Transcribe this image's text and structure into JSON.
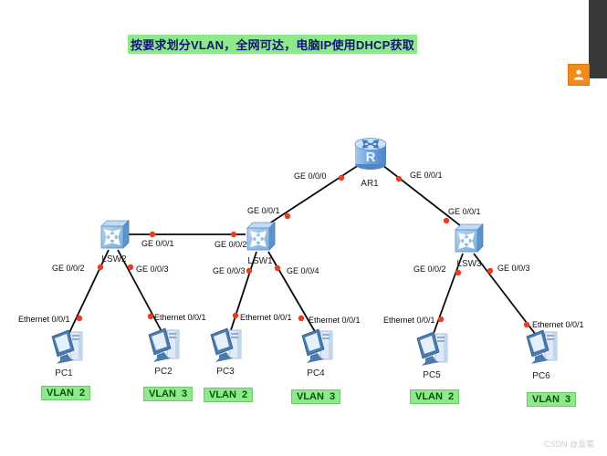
{
  "title": "按要求划分VLAN，全网可达，电脑IP使用DHCP获取",
  "nodes": {
    "router": "AR1",
    "sw_left": "LSW2",
    "sw_mid": "LSW1",
    "sw_right": "LSW3",
    "pcs": [
      "PC1",
      "PC2",
      "PC3",
      "PC4",
      "PC5",
      "PC6"
    ]
  },
  "links": [
    {
      "id": "ar1-lsw1",
      "a_port": "GE 0/0/0",
      "b_port": "GE 0/0/1"
    },
    {
      "id": "ar1-lsw3",
      "a_port": "GE 0/0/1",
      "b_port": "GE 0/0/1"
    },
    {
      "id": "lsw2-lsw1",
      "a_port": "GE 0/0/1",
      "b_port": "GE 0/0/2"
    },
    {
      "id": "lsw2-pc1",
      "a_port": "GE 0/0/2",
      "b_port": "Ethernet 0/0/1"
    },
    {
      "id": "lsw2-pc2",
      "a_port": "GE 0/0/3",
      "b_port": "Ethernet 0/0/1"
    },
    {
      "id": "lsw1-pc3",
      "a_port": "GE 0/0/3",
      "b_port": "Ethernet 0/0/1"
    },
    {
      "id": "lsw1-pc4",
      "a_port": "GE 0/0/4",
      "b_port": "Ethernet 0/0/1"
    },
    {
      "id": "lsw3-pc5",
      "a_port": "GE 0/0/2",
      "b_port": "Ethernet 0/0/1"
    },
    {
      "id": "lsw3-pc6",
      "a_port": "GE 0/0/3",
      "b_port": "Ethernet 0/0/1"
    }
  ],
  "vlan_tags": [
    "VLAN  2",
    "VLAN  3",
    "VLAN  2",
    "VLAN  3",
    "VLAN  2",
    "VLAN  3"
  ],
  "watermark": "CSDN @韭菜",
  "icons": {
    "user": "person-icon",
    "router": "router-icon",
    "switch": "switch-icon",
    "pc": "pc-icon"
  },
  "colors": {
    "highlight_green": "#8de98a",
    "title_text": "#14147a",
    "vlan_text": "#0a520a",
    "link_line": "#0a0a0a",
    "endpoint_dot": "#ea3b24",
    "device_blue": "#6ca3de",
    "user_button_orange": "#f28b1d",
    "side_panel_dark": "#393939"
  }
}
